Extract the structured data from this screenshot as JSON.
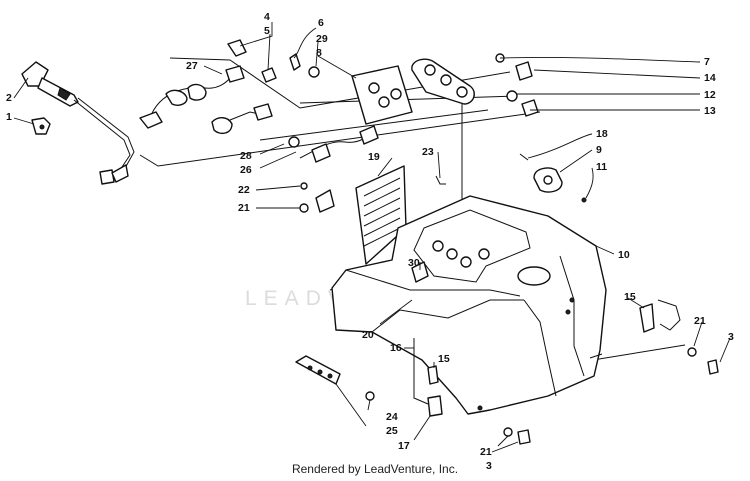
{
  "watermark": "LEADVENTURE",
  "footer": "Rendered by LeadVenture, Inc.",
  "callouts": {
    "c1": "1",
    "c2": "2",
    "c3a": "3",
    "c3b": "3",
    "c4": "4",
    "c5": "5",
    "c6": "6",
    "c7": "7",
    "c8": "8",
    "c9": "9",
    "c10": "10",
    "c11": "11",
    "c12": "12",
    "c13": "13",
    "c14": "14",
    "c15a": "15",
    "c15b": "15",
    "c16": "16",
    "c17": "17",
    "c18": "18",
    "c19": "19",
    "c20": "20",
    "c21a": "21",
    "c21b": "21",
    "c21c": "21",
    "c22": "22",
    "c23": "23",
    "c24": "24",
    "c25": "25",
    "c26": "26",
    "c27": "27",
    "c28": "28",
    "c29": "29",
    "c30": "30"
  }
}
